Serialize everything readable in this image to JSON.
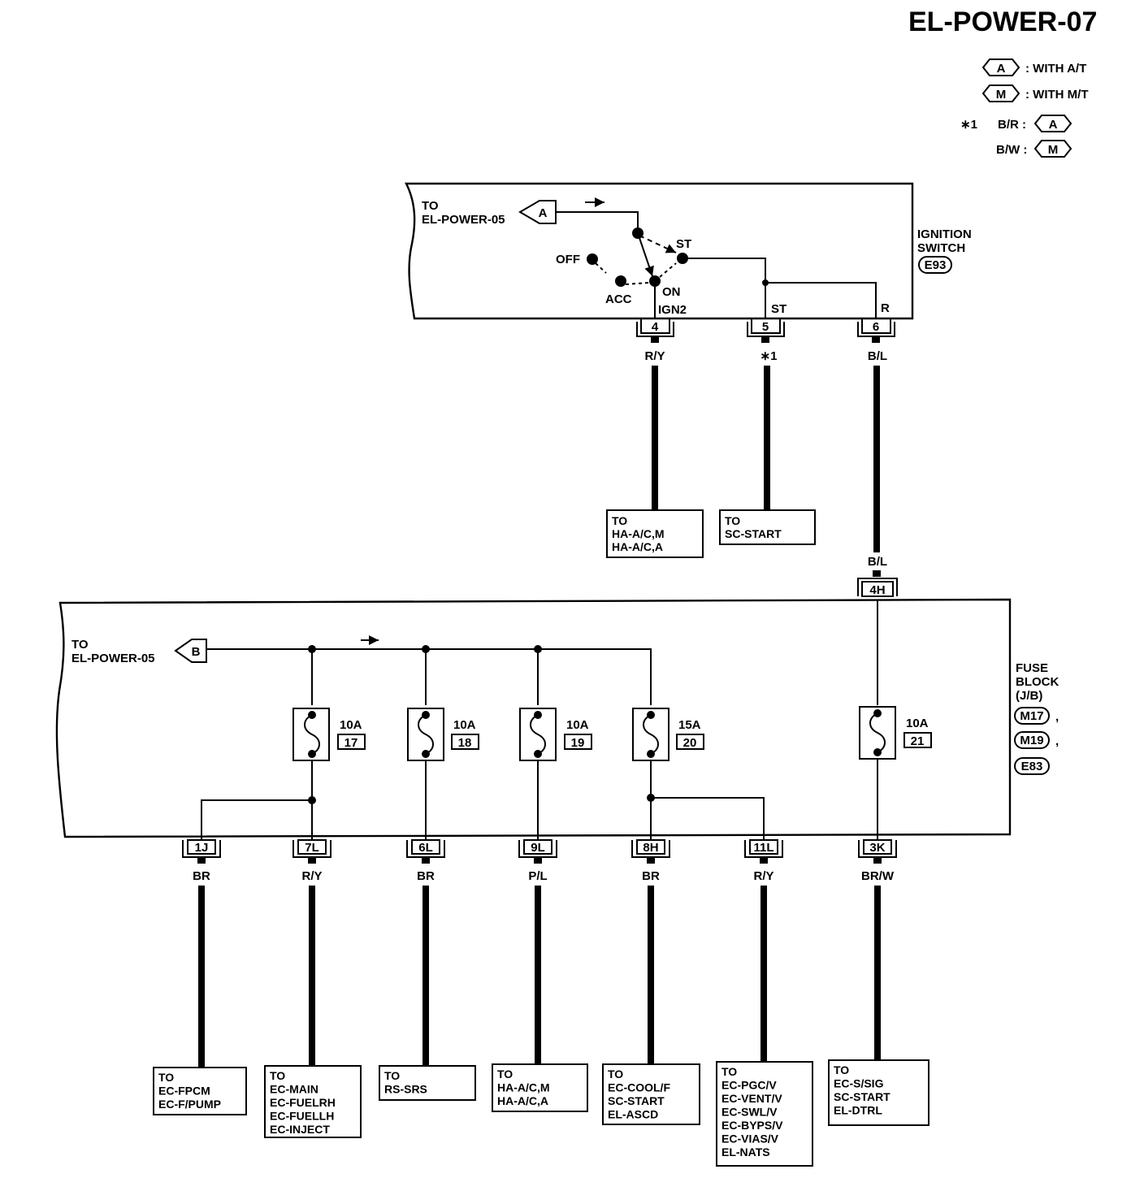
{
  "page_title": "EL-POWER-07",
  "legend": {
    "a_symbol": "A",
    "a_text": ": WITH A/T",
    "m_symbol": "M",
    "m_text": ": WITH M/T",
    "note_mark": "∗1",
    "note_br": "B/R :",
    "note_bw": "B/W :"
  },
  "ignition": {
    "to_line1": "TO",
    "to_line2": "EL-POWER-05",
    "connector_a": "A",
    "label_line1": "IGNITION",
    "label_line2": "SWITCH",
    "connector_code": "E93",
    "pos_off": "OFF",
    "pos_acc": "ACC",
    "pos_on": "ON",
    "pos_st": "ST",
    "term_ign2": "IGN2",
    "term_st": "ST",
    "term_r": "R",
    "pins": [
      "4",
      "5",
      "6"
    ],
    "wires": [
      "R/Y",
      "∗1",
      "B/L"
    ]
  },
  "ignition_destinations": [
    {
      "lines": [
        "TO",
        "HA-A/C,M",
        "HA-A/C,A"
      ]
    },
    {
      "lines": [
        "TO",
        "SC-START"
      ]
    }
  ],
  "fuse_block": {
    "input_wire": "B/L",
    "input_pin": "4H",
    "to_line1": "TO",
    "to_line2": "EL-POWER-05",
    "connector_b": "B",
    "label_line1": "FUSE",
    "label_line2": "BLOCK",
    "label_line3": "(J/B)",
    "connector_codes": [
      "M17",
      "M19",
      "E83"
    ],
    "separator": ",",
    "fuses": [
      {
        "amp": "10A",
        "num": "17"
      },
      {
        "amp": "10A",
        "num": "18"
      },
      {
        "amp": "10A",
        "num": "19"
      },
      {
        "amp": "15A",
        "num": "20"
      },
      {
        "amp": "10A",
        "num": "21"
      }
    ],
    "outputs": [
      {
        "pin": "1J",
        "wire": "BR",
        "dest": [
          "TO",
          "EC-FPCM",
          "EC-F/PUMP"
        ]
      },
      {
        "pin": "7L",
        "wire": "R/Y",
        "dest": [
          "TO",
          "EC-MAIN",
          "EC-FUELRH",
          "EC-FUELLH",
          "EC-INJECT"
        ]
      },
      {
        "pin": "6L",
        "wire": "BR",
        "dest": [
          "TO",
          "RS-SRS"
        ]
      },
      {
        "pin": "9L",
        "wire": "P/L",
        "dest": [
          "TO",
          "HA-A/C,M",
          "HA-A/C,A"
        ]
      },
      {
        "pin": "8H",
        "wire": "BR",
        "dest": [
          "TO",
          "EC-COOL/F",
          "SC-START",
          "EL-ASCD"
        ]
      },
      {
        "pin": "11L",
        "wire": "R/Y",
        "dest": [
          "TO",
          "EC-PGC/V",
          "EC-VENT/V",
          "EC-SWL/V",
          "EC-BYPS/V",
          "EC-VIAS/V",
          "EL-NATS"
        ]
      },
      {
        "pin": "3K",
        "wire": "BR/W",
        "dest": [
          "TO",
          "EC-S/SIG",
          "SC-START",
          "EL-DTRL"
        ]
      }
    ]
  }
}
